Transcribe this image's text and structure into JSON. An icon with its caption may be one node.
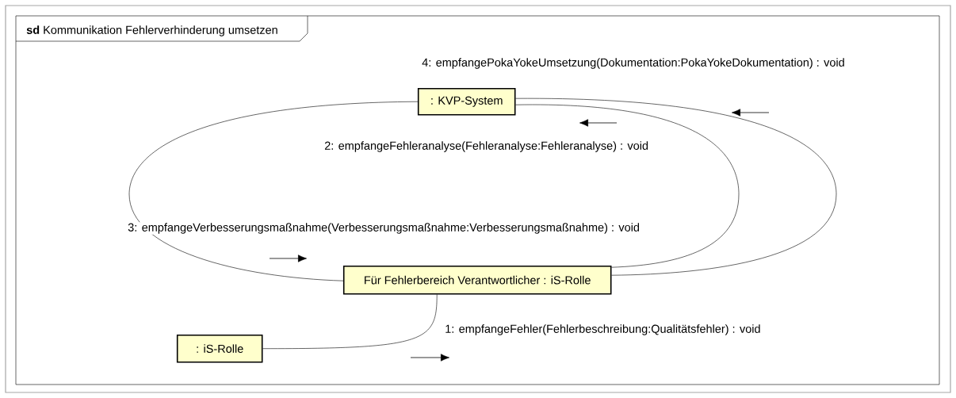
{
  "diagram": {
    "nodes": [
      {
        "text": [
          "**sd** Kommunikation Fehlerverhinderung umsetzen"
        ]
      },
      {
        "text": [
          ": KVP-System"
        ],
        "in": 0
      },
      {
        "text": [
          "Für Fehlerbereich Verantwortlicher : iS-Rolle"
        ],
        "in": 0
      },
      {
        "text": [
          ": iS-Rolle"
        ],
        "in": 0
      }
    ],
    "edges": [
      {
        "from": 3,
        "to": 2,
        "arrow": "none",
        "label": "1: empfangeFehler(Fehlerbeschreibung:Qualitätsfehler) : void"
      },
      {
        "from": 1,
        "to": 2,
        "arrow": "none",
        "label": "2: empfangeFehleranalyse(Fehleranalyse:Fehleranalyse) : void"
      },
      {
        "from": 1,
        "to": 2,
        "arrow": "none",
        "label": "3: empfangeVerbesserungsmaßnahme(Verbesserungsmaßnahme:Verbesserungsmaßnahme) : void"
      },
      {
        "from": 1,
        "to": 2,
        "arrow": "none",
        "label": "4: empfangePokaYokeUmsetzung(Dokumentation:PokaYokeDokumentation) : void"
      }
    ]
  }
}
